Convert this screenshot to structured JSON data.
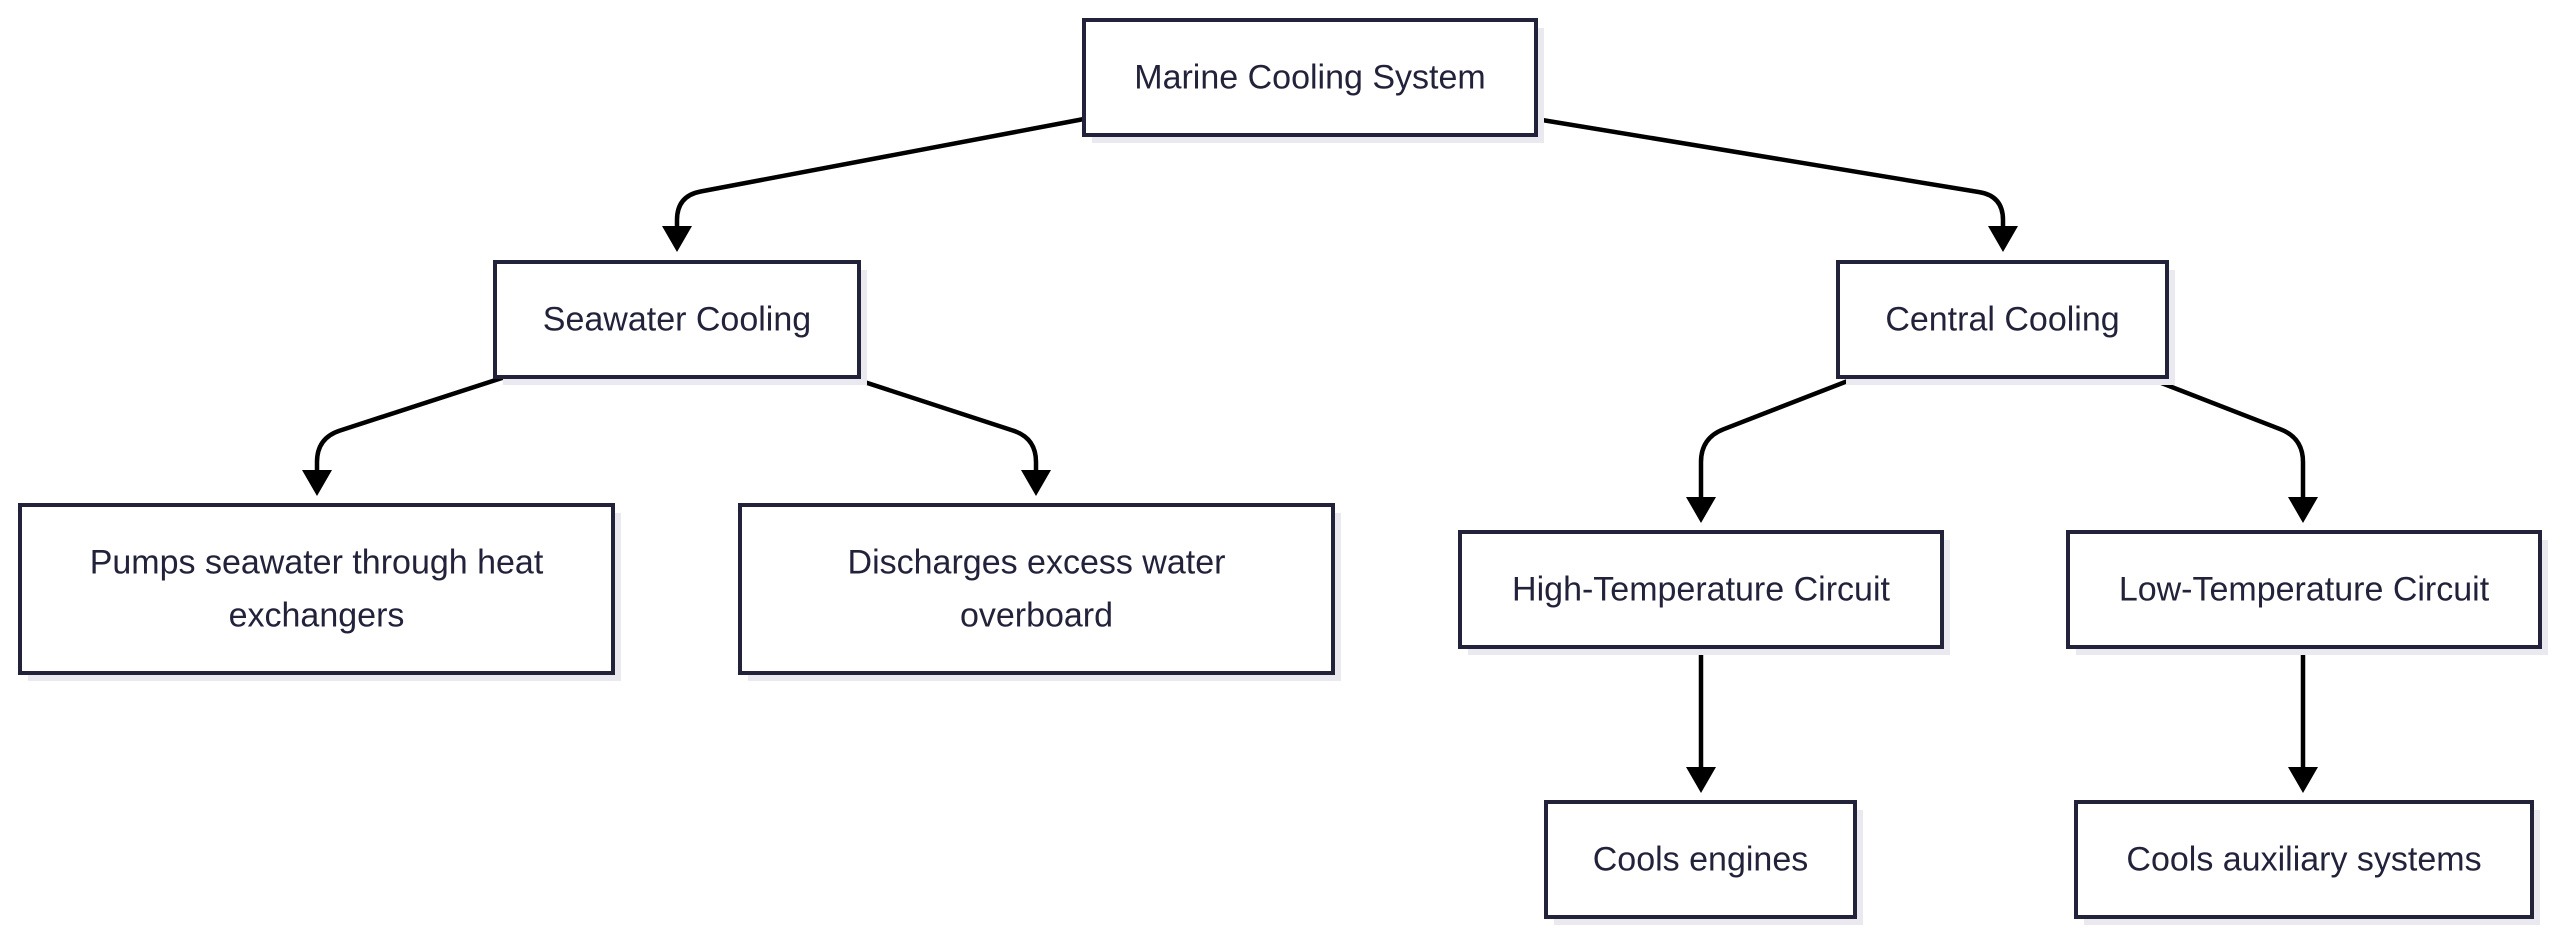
{
  "diagram": {
    "nodes": {
      "root": {
        "lines": [
          "Marine Cooling System"
        ]
      },
      "seawater": {
        "lines": [
          "Seawater Cooling"
        ]
      },
      "central": {
        "lines": [
          "Central Cooling"
        ]
      },
      "pumps": {
        "lines": [
          "Pumps seawater through heat",
          "exchangers"
        ]
      },
      "discharge": {
        "lines": [
          "Discharges excess water",
          "overboard"
        ]
      },
      "ht": {
        "lines": [
          "High-Temperature Circuit"
        ]
      },
      "lt": {
        "lines": [
          "Low-Temperature Circuit"
        ]
      },
      "engines": {
        "lines": [
          "Cools engines"
        ]
      },
      "aux": {
        "lines": [
          "Cools auxiliary systems"
        ]
      }
    },
    "edges": [
      {
        "from": "root",
        "to": "seawater"
      },
      {
        "from": "root",
        "to": "central"
      },
      {
        "from": "seawater",
        "to": "pumps"
      },
      {
        "from": "seawater",
        "to": "discharge"
      },
      {
        "from": "central",
        "to": "ht"
      },
      {
        "from": "central",
        "to": "lt"
      },
      {
        "from": "ht",
        "to": "engines"
      },
      {
        "from": "lt",
        "to": "aux"
      }
    ]
  }
}
